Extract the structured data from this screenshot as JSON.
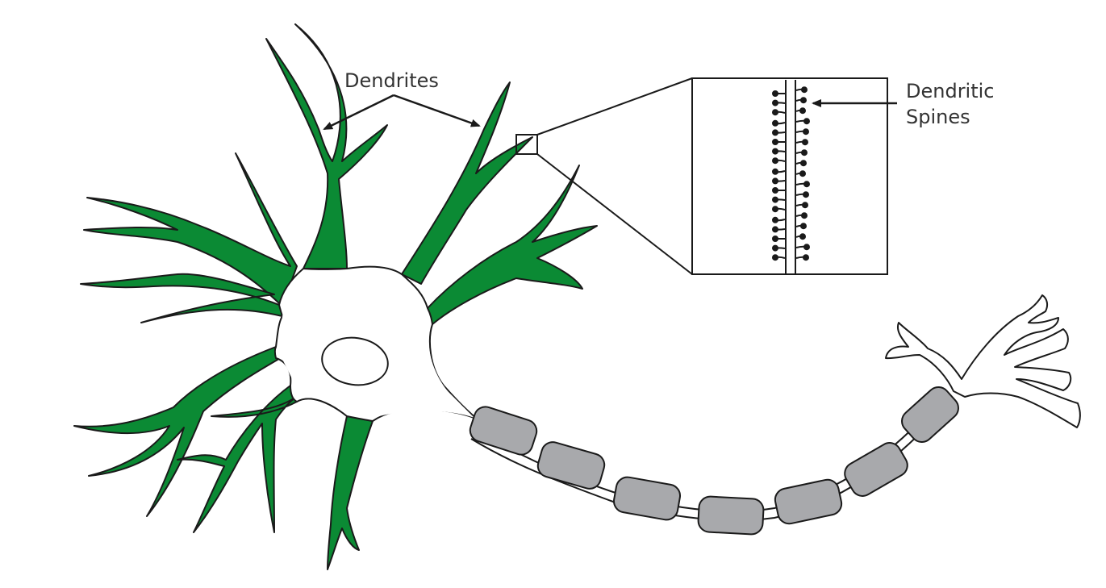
{
  "labels": {
    "dendrites": "Dendrites",
    "spines_line1": "Dendritic",
    "spines_line2": "Spines"
  },
  "colors": {
    "dendrite_green": "#0b8a34",
    "myelin_gray": "#a8a9ac",
    "outline": "#1a1a1a",
    "text": "#333333",
    "background": "#ffffff"
  }
}
